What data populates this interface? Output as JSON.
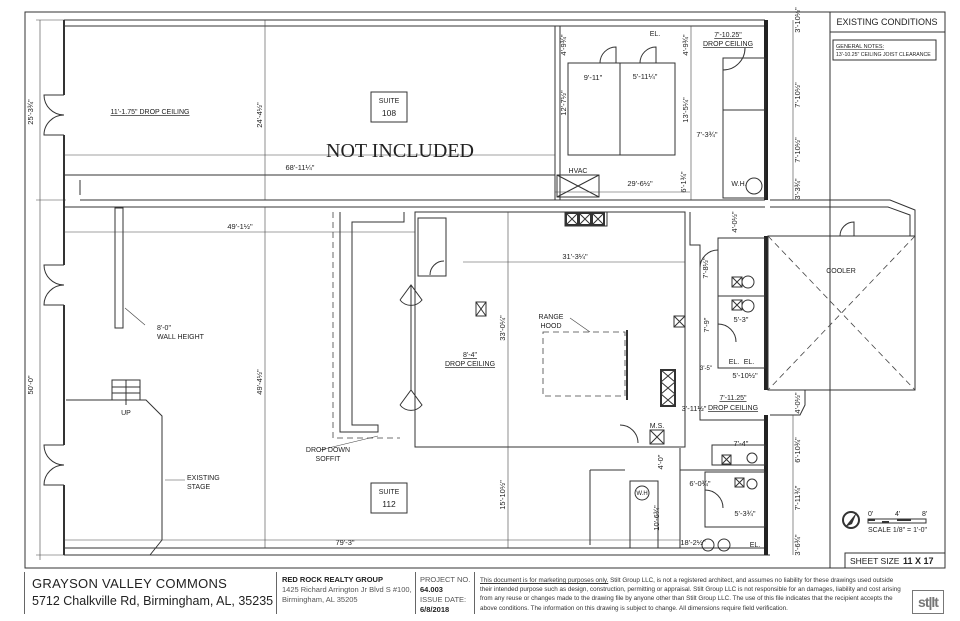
{
  "sheet": {
    "title": "EXISTING CONDITIONS",
    "general_notes_heading": "GENERAL NOTES:",
    "general_notes_text": "13'-10.25\" CEILING JOIST CLEARANCE",
    "sheet_size_label": "SHEET SIZE",
    "sheet_size_value": "11 X 17",
    "scale_ticks": [
      "0'",
      "4'",
      "8'"
    ],
    "scale_text": "SCALE 1/8\" = 1'-0\""
  },
  "plan": {
    "overlay": "NOT INCLUDED",
    "suites": [
      {
        "label": "SUITE",
        "number": "108"
      },
      {
        "label": "SUITE",
        "number": "112"
      }
    ],
    "rooms": {
      "drop_ceiling_west": "11'-1.75\" DROP CEILING",
      "drop_ceiling_kitchen_h": "8'-4\"",
      "drop_ceiling_kitchen": "DROP CEILING",
      "drop_ceiling_ne_h": "7'-10.25\"",
      "drop_ceiling_ne": "DROP CEILING",
      "drop_ceiling_e_h": "7'-11.25\"",
      "drop_ceiling_e": "DROP CEILING",
      "cooler": "COOLER",
      "hvac": "HVAC",
      "range_hood_1": "RANGE",
      "range_hood_2": "HOOD",
      "ms": "M.S.",
      "wh1": "W.H.",
      "wh2": "W.H",
      "el1": "EL.",
      "el2": "EL.",
      "el3": "EL.",
      "el4": "EL.",
      "wall_height_1": "8'-0\"",
      "wall_height_2": "WALL HEIGHT",
      "stage_1": "EXISTING",
      "stage_2": "STAGE",
      "up": "UP",
      "soffit_1": "DROP DOWN",
      "soffit_2": "SOFFIT"
    },
    "dimensions": {
      "d_25_3": "25'-3¾\"",
      "d_50_0": "50'-0\"",
      "d_24_4": "24'-4½\"",
      "d_68_11": "68'-11¼\"",
      "d_49_1": "49'-1½\"",
      "d_49_4": "49'-4½\"",
      "d_79_3": "79'-3\"",
      "d_33_0": "33'-0¼\"",
      "d_31_3": "31'-3¼\"",
      "d_15_10": "15'-10½\"",
      "d_9_11": "9'-11\"",
      "d_5_11": "5'-11¼\"",
      "d_12_7": "12'-7½\"",
      "d_13_5": "13'-5¼\"",
      "d_4_9a": "4'-9¾\"",
      "d_4_9b": "4'-9¾\"",
      "d_7_3": "7'-3¾\"",
      "d_29_6": "29'-6½\"",
      "d_6_1": "6'-1¾\"",
      "d_3_10": "3'-10½\"",
      "d_7_10a": "7'-10½\"",
      "d_7_10b": "7'-10½\"",
      "d_3_3": "3'-3¾\"",
      "d_4_0a": "4'-0½\"",
      "d_7_8": "7'-8½\"",
      "d_7_9": "7'-9\"",
      "d_5_3": "5'-3\"",
      "d_5_10": "5'-10½\"",
      "d_3_5": "3'-5\"",
      "d_3_11": "3'-11½\"",
      "d_4_0b": "4'-0½\"",
      "d_7_4": "7'-4\"",
      "d_4_0c": "4'-0\"",
      "d_6_0": "6'-0¾\"",
      "d_10_6": "10'-6¾\"",
      "d_5_3b": "5'-3¾\"",
      "d_18_2": "18'-2½\"",
      "d_6_10": "6'-10¾\"",
      "d_7_11": "7'-11¾\"",
      "d_3_6": "3'-6¾\""
    }
  },
  "title_block": {
    "project_name": "GRAYSON VALLEY COMMONS",
    "project_address": "5712 Chalkville Rd, Birmingham, AL, 35235",
    "company": "RED ROCK REALTY GROUP",
    "company_address_1": "1425 Richard Arrington Jr Blvd S #100,",
    "company_address_2": "Birmingham, AL 35205",
    "project_no_label": "PROJECT NO.",
    "project_no": "64.003",
    "issue_date_label": "ISSUE DATE:",
    "issue_date": "6/8/2018",
    "disclaimer_lead": "This document is for marketing purposes only.",
    "disclaimer_body": " Stilt Group LLC, is not a registered architect, and assumes no liability for these drawings used outside their intended purpose such as design, construction, permitting or appraisal.  Stilt Group LLC is not responsible for an damages, liability and cost arising from any reuse or changes made to the drawing file by anyone other than Stilt Group LLC.  The use of this file indicates that the recipient accepts the above conditions.  The information on this drawing is subject to change. All dimensions require field verification.",
    "logo_text": "st|lt"
  }
}
